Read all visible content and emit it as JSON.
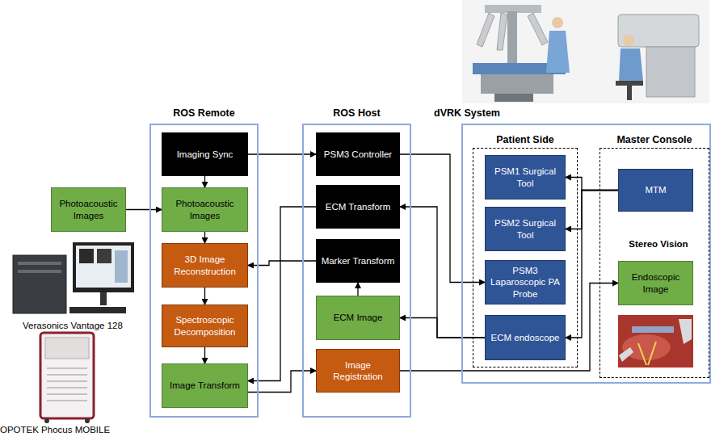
{
  "diagram": {
    "nodes": [
      {
        "text": [
          "Photoacoustic Images"
        ]
      },
      {
        "text": [
          "ROS Remote"
        ]
      },
      {
        "text": [
          "Imaging Sync"
        ],
        "in": 1
      },
      {
        "text": [
          "Photoacoustic Images"
        ],
        "in": 1
      },
      {
        "text": [
          "3D Image Reconstruction"
        ],
        "in": 1
      },
      {
        "text": [
          "Spectroscopic Decomposition"
        ],
        "in": 1
      },
      {
        "text": [
          "Image Transform"
        ],
        "in": 1
      },
      {
        "text": [
          "ROS Host"
        ]
      },
      {
        "text": [
          "PSM3 Controller"
        ],
        "in": 7
      },
      {
        "text": [
          "ECM Transform"
        ],
        "in": 7
      },
      {
        "text": [
          "Marker Transform"
        ],
        "in": 7
      },
      {
        "text": [
          "ECM Image"
        ],
        "in": 7
      },
      {
        "text": [
          "Image Registration"
        ],
        "in": 7
      },
      {
        "text": [
          "dVRK System"
        ]
      },
      {
        "text": [
          "Patient Side"
        ],
        "in": 13
      },
      {
        "text": [
          "PSM1 Surgical Tool"
        ],
        "in": 14
      },
      {
        "text": [
          "PSM2 Surgical Tool"
        ],
        "in": 14
      },
      {
        "text": [
          "PSM3 Laparoscopic PA Probe"
        ],
        "in": 14
      },
      {
        "text": [
          "ECM endoscope"
        ],
        "in": 14
      },
      {
        "text": [
          "Master Console"
        ],
        "in": 13
      },
      {
        "text": [
          "MTM"
        ],
        "in": 19
      },
      {
        "text": [
          "Endoscopic Image"
        ],
        "in": 19
      }
    ],
    "edges": [
      {
        "from": 0,
        "to": 3,
        "arrow": "to"
      },
      {
        "from": 2,
        "to": 8,
        "arrow": "to"
      },
      {
        "from": 2,
        "to": 3,
        "arrow": "to"
      },
      {
        "from": 3,
        "to": 4,
        "arrow": "to"
      },
      {
        "from": 4,
        "to": 5,
        "arrow": "to"
      },
      {
        "from": 5,
        "to": 6,
        "arrow": "to"
      },
      {
        "from": 8,
        "to": 17,
        "arrow": "to"
      },
      {
        "from": 18,
        "to": 9,
        "arrow": "to"
      },
      {
        "from": 18,
        "to": 11,
        "arrow": "to"
      },
      {
        "from": 9,
        "to": 6,
        "arrow": "to"
      },
      {
        "from": 10,
        "to": 4,
        "arrow": "to"
      },
      {
        "from": 11,
        "to": 10,
        "arrow": "to"
      },
      {
        "from": 6,
        "to": 12,
        "arrow": "to"
      },
      {
        "from": 12,
        "to": 21,
        "arrow": "to"
      },
      {
        "from": 20,
        "to": 15,
        "arrow": "to"
      },
      {
        "from": 20,
        "to": 16,
        "arrow": "to"
      },
      {
        "from": 20,
        "to": 18,
        "arrow": "to"
      }
    ],
    "labels": [
      "Verasonics Vantage 128",
      "OPOTEK Phocus MOBILE",
      "Stereo Vision"
    ]
  }
}
